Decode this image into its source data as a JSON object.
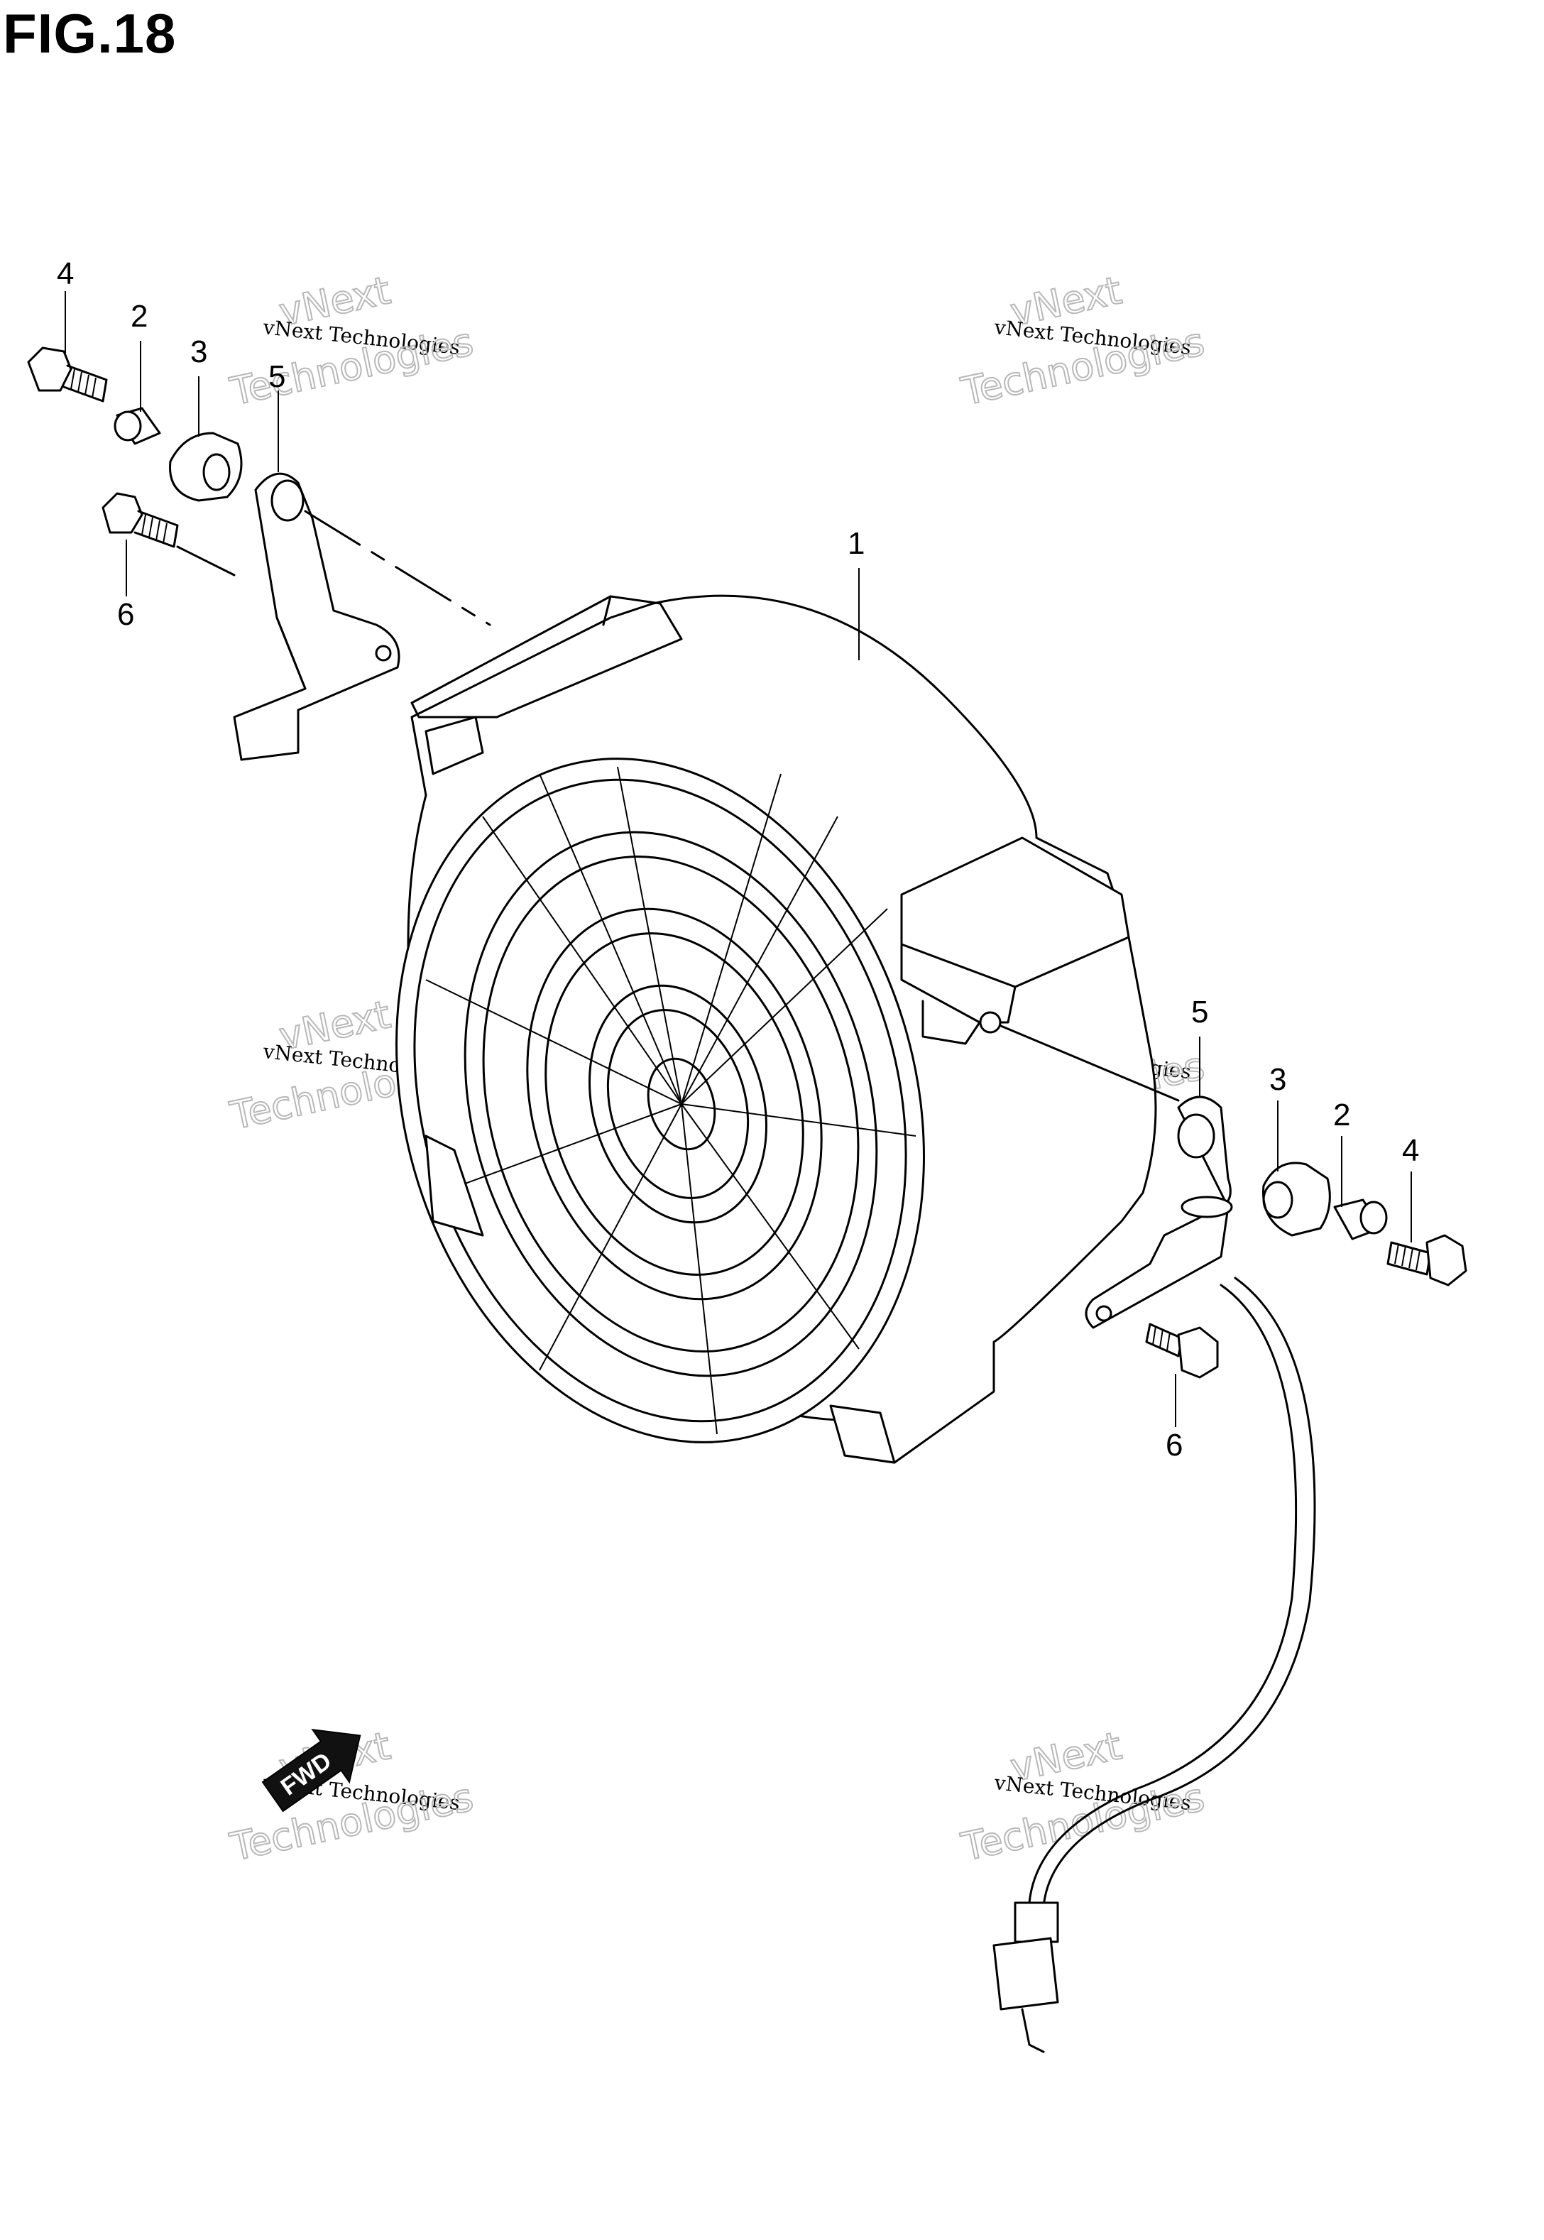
{
  "figure": {
    "title": "FIG.18"
  },
  "callouts": {
    "part_1": "1",
    "left_4": "4",
    "left_2": "2",
    "left_3": "3",
    "left_5": "5",
    "left_6": "6",
    "right_5": "5",
    "right_3": "3",
    "right_2": "2",
    "right_4": "4",
    "right_6": "6"
  },
  "fwd_badge": "FWD",
  "watermark": {
    "line_small": "vNext Technologies",
    "line_big_1": "vNext",
    "line_big_2": "Technologies"
  }
}
